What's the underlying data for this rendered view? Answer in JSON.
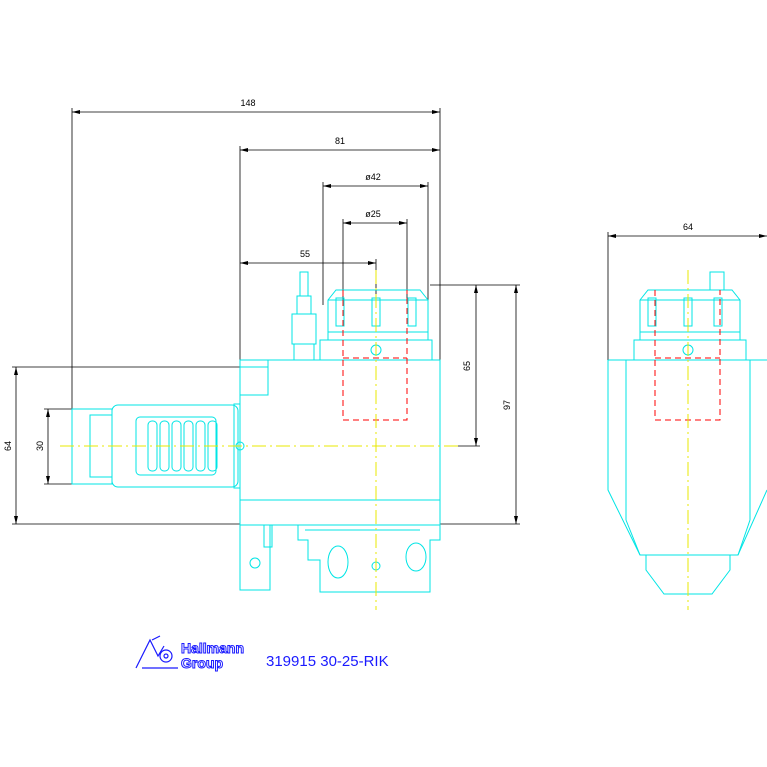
{
  "drawing": {
    "part_number": "319915 30-25-RIK",
    "logo": {
      "line1": "Hallmann",
      "line2": "Group"
    },
    "dimensions": {
      "overall_length": "148",
      "to_spindle_face": "81",
      "collet_outer_dia": "ø42",
      "collet_inner_dia": "ø25",
      "axis_offset": "55",
      "side_width": "64",
      "shank_height": "65",
      "overall_height": "97",
      "body_height": "64",
      "shank_dia": "30"
    },
    "colors": {
      "outline": "#00e5e5",
      "hidden_lines": "#ff0000",
      "center_lines": "#e8e800",
      "dimension_lines": "#000000",
      "logo": "#1a1aff"
    }
  }
}
